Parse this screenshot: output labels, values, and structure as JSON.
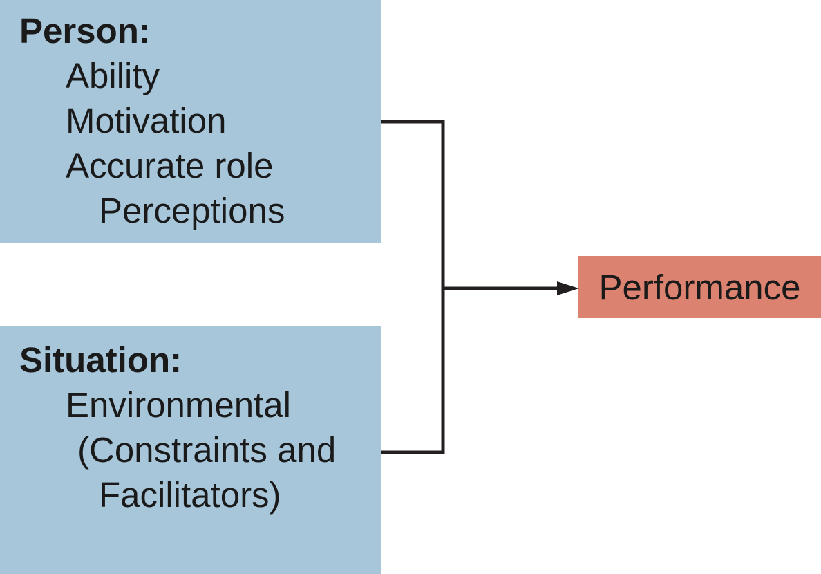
{
  "diagram": {
    "person_box": {
      "title": "Person:",
      "items": [
        {
          "text": "Ability"
        },
        {
          "text": "Motivation"
        },
        {
          "text": "Accurate role"
        },
        {
          "text": "Perceptions"
        }
      ]
    },
    "situation_box": {
      "title": "Situation:",
      "items": [
        {
          "text": "Environmental"
        },
        {
          "text": "(Constraints and"
        },
        {
          "text": "Facilitators)"
        }
      ]
    },
    "performance_box": {
      "label": "Performance"
    }
  },
  "colors": {
    "box_blue": "#a7c6da",
    "box_salmon": "#dc8270",
    "connector": "#231f20",
    "text": "#1a1a1a"
  }
}
